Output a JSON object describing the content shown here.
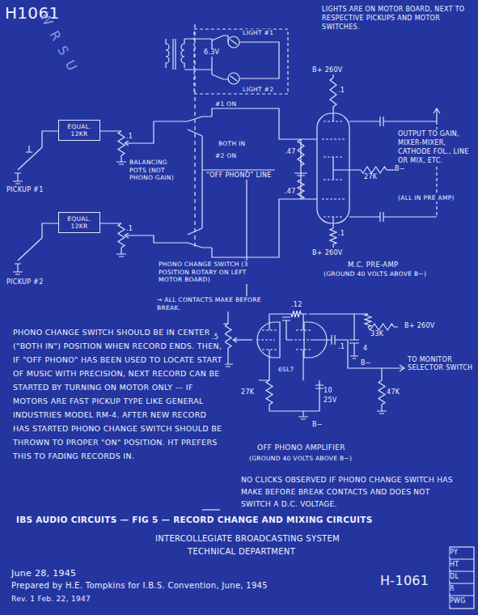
{
  "diagram": {
    "title": "IBS AUDIO CIRCUITS — FIG 5 — RECORD CHANGE AND MIXING CIRCUITS",
    "nodes": [
      {
        "text": [
          "EQUAL. 12KR"
        ]
      },
      {
        "text": [
          "EQUAL. 12KR"
        ]
      }
    ],
    "labels": [
      "H1061",
      "WRSU",
      "LIGHTS ARE ON MOTOR BOARD, NEXT TO RESPECTIVE PICKUPS AND MOTOR SWITCHES.",
      "6.3V",
      "LIGHT #1",
      "LIGHT #2",
      "B+ 260V",
      ".1",
      "#1 ON",
      "BOTH IN",
      "#2 ON",
      "“OFF PHONO” LINE",
      ".47",
      ".47",
      "27K",
      "B−",
      "OUTPUT TO GAIN, MIXER-MIXER, CATHODE FOL., LINE OR MIX, ETC.",
      "(ALL IN PRE AMP)",
      ".1",
      "B+ 260V",
      "M.C. PRE-AMP",
      "(GROUND 40 VOLTS ABOVE B−)",
      "PICKUP #1",
      "PICKUP #2",
      ".1",
      ".1",
      "BALANCING POTS (NOT PHONO GAIN)",
      "PHONO CHANGE SWITCH (3 POSITION ROTARY ON LEFT MOTOR BOARD)",
      "→ ALL CONTACTS MAKE BEFORE BREAK.",
      "PHONO CHANGE SWITCH SHOULD BE IN CENTER (\"BOTH IN\") POSITION WHEN RECORD ENDS. THEN, IF \"OFF PHONO\" HAS BEEN USED TO LOCATE START OF MUSIC WITH PRECISION, NEXT RECORD CAN BE STARTED BY TURNING ON MOTOR ONLY — IF MOTORS ARE FAST PICKUP TYPE LIKE GENERAL INDUSTRIES MODEL RM-4. AFTER NEW RECORD HAS STARTED PHONO CHANGE SWITCH SHOULD BE THROWN TO PROPER \"ON\" POSITION. HT PREFERS THIS TO FADING RECORDS IN.",
      ".12",
      "33K",
      "B+ 260V",
      "4",
      "B−",
      ".5",
      "6SL7",
      "27K",
      "10",
      "25V",
      ".1",
      "47K",
      "B−",
      "TO MONITOR SELECTOR SWITCH",
      "OFF PHONO AMPLIFIER",
      "(GROUND 40 VOLTS ABOVE B−)",
      "NO CLICKS OBSERVED IF PHONO CHANGE SWITCH HAS MAKE BEFORE BREAK CONTACTS AND DOES NOT SWITCH A D.C. VOLTAGE.",
      "INTERCOLLEGIATE BROADCASTING SYSTEM",
      "TECHNICAL DEPARTMENT",
      "June 28, 1945",
      "Prepared by H.E. Tompkins for I.B.S. Convention, June, 1945",
      "Rev. 1 Feb. 22, 1947",
      "H-1061",
      "PY",
      "HT",
      "DL",
      "R",
      "PWG"
    ]
  }
}
